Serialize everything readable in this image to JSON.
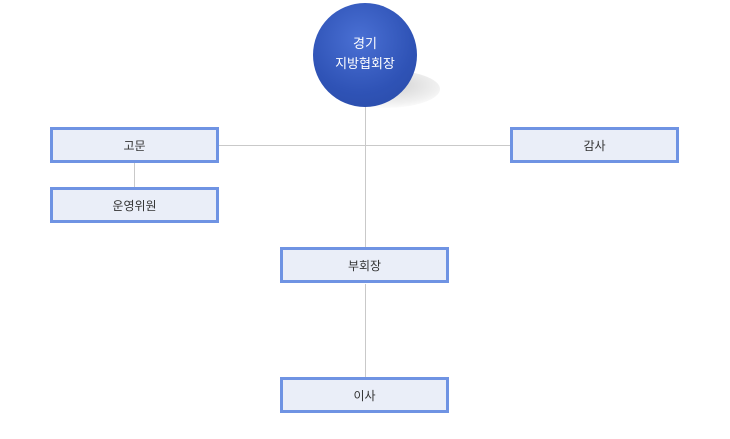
{
  "org_chart": {
    "root": {
      "line1": "경기",
      "line2": "지방협회장"
    },
    "nodes": {
      "advisor": "고문",
      "auditor": "감사",
      "committee": "운영위원",
      "vice_president": "부회장",
      "director": "이사"
    },
    "colors": {
      "root_fill": "#2f53b6",
      "box_border": "#6f93e3",
      "box_fill": "#eaeef8",
      "connector": "#c9c9c9"
    }
  }
}
